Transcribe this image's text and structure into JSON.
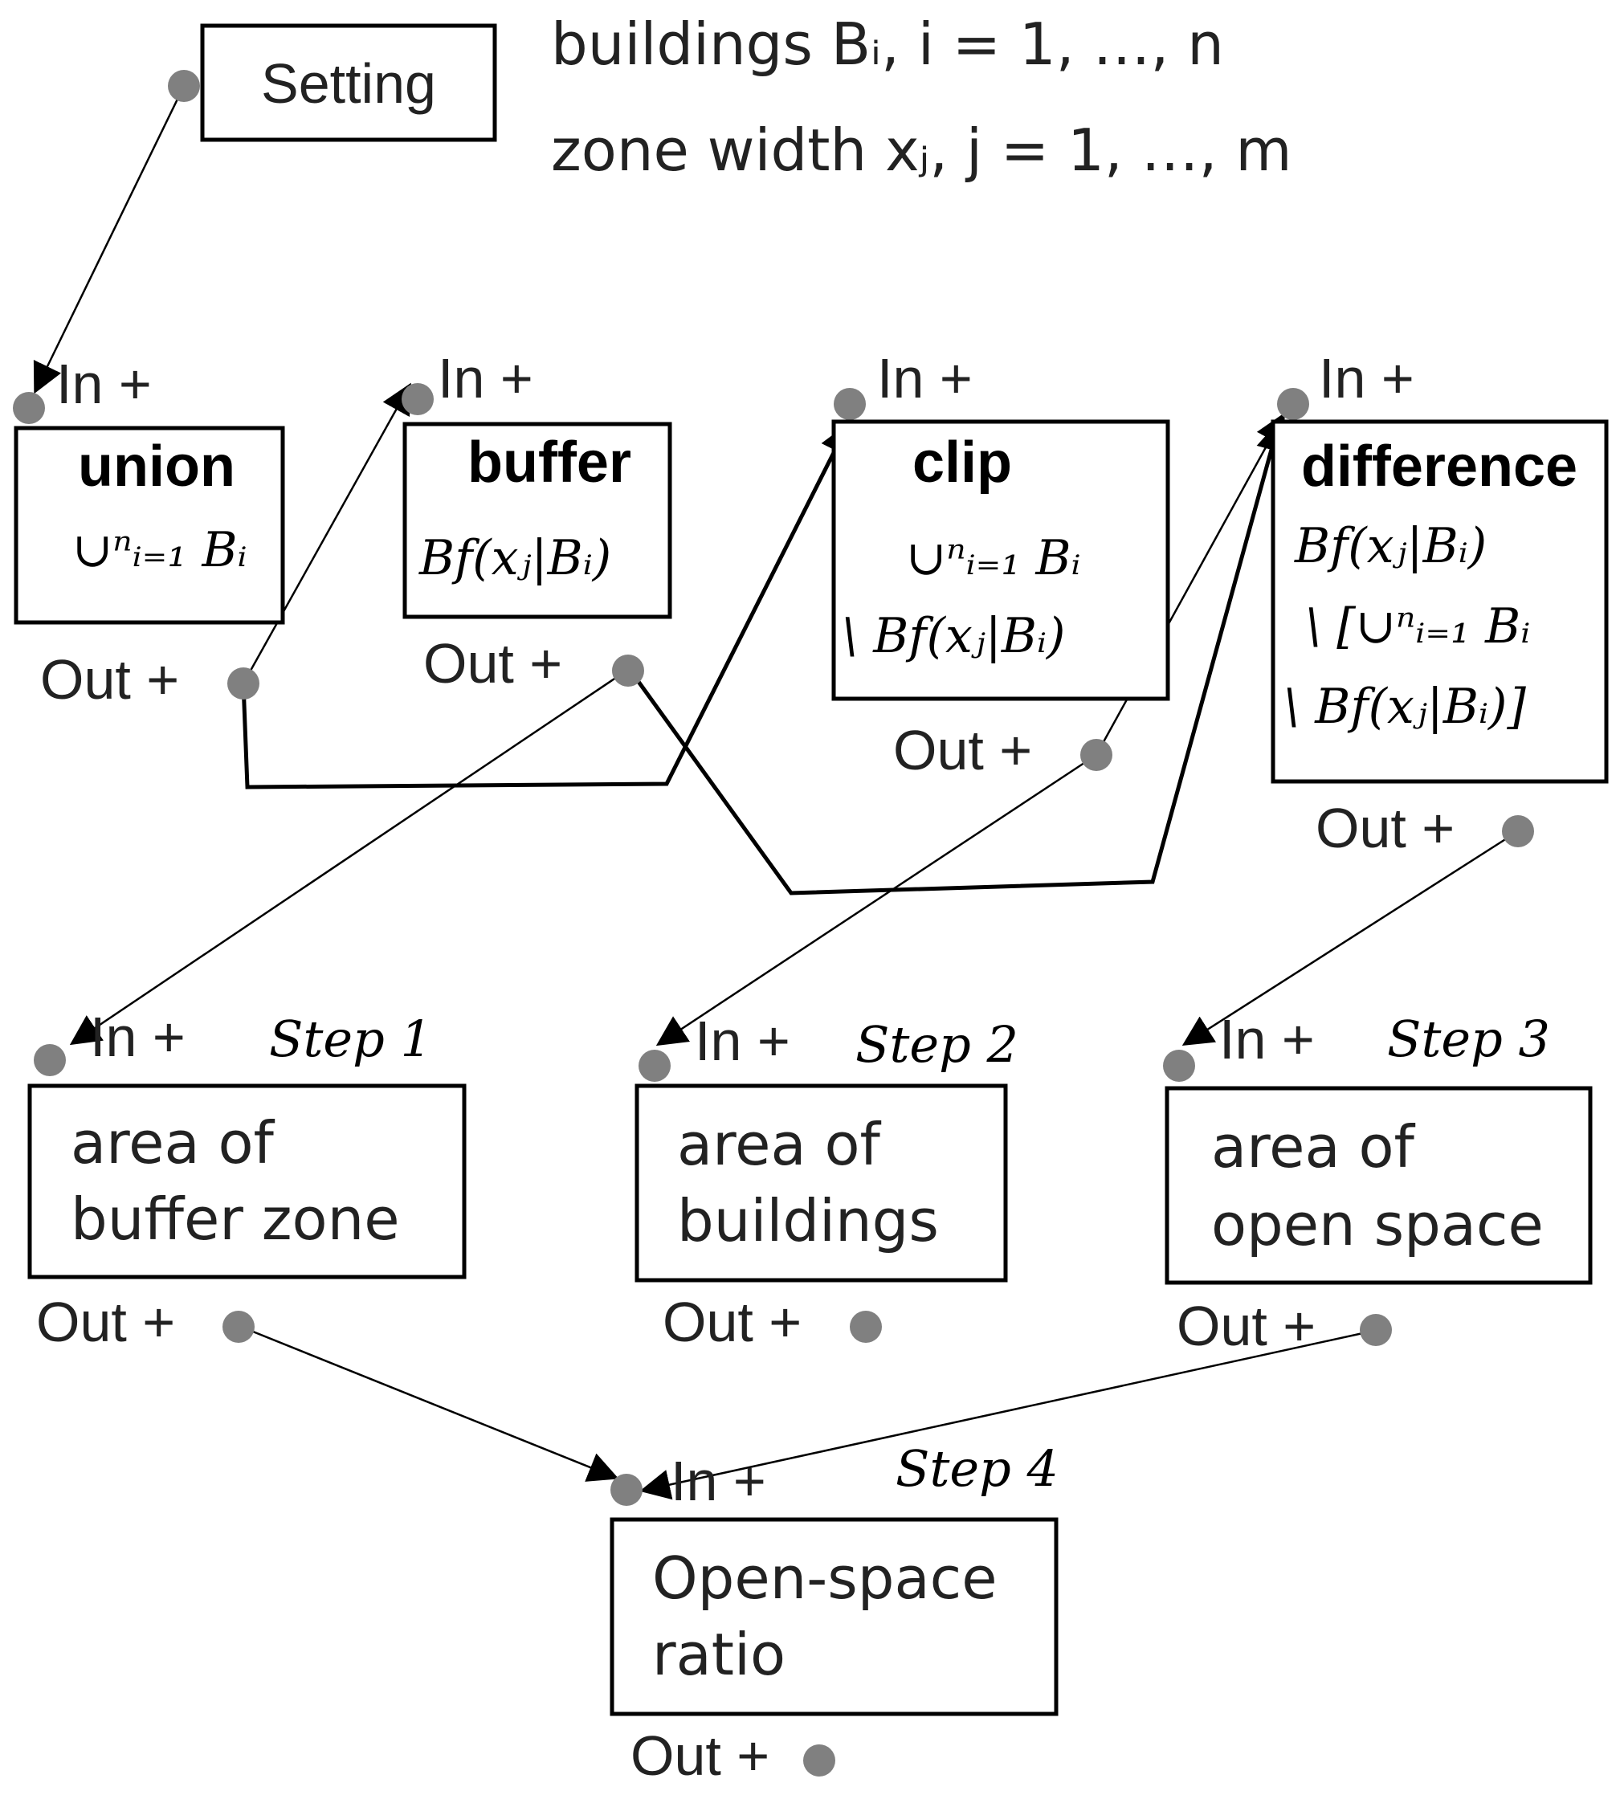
{
  "setting": {
    "title": "Setting",
    "buildings_line": "buildings Bᵢ, i = 1, …, n",
    "zone_line": "zone width xⱼ, j = 1, …, m"
  },
  "ports": {
    "in": "In  +",
    "out": "Out +"
  },
  "nodes": {
    "union": {
      "title": "union",
      "expr": "∪ⁿᵢ₌₁ Bᵢ"
    },
    "buffer": {
      "title": "buffer",
      "expr": "Bf(xⱼ|Bᵢ)"
    },
    "clip": {
      "title": "clip",
      "expr1": "∪ⁿᵢ₌₁ Bᵢ",
      "expr2": "\\ Bf(xⱼ|Bᵢ)"
    },
    "difference": {
      "title": "difference",
      "expr1": "Bf(xⱼ|Bᵢ)",
      "expr2": "\\ [∪ⁿᵢ₌₁ Bᵢ",
      "expr3": "\\ Bf(xⱼ|Bᵢ)]"
    }
  },
  "steps": [
    {
      "label": "Step 1",
      "line1": "area of",
      "line2": "buffer zone"
    },
    {
      "label": "Step 2",
      "line1": "area of",
      "line2": "buildings"
    },
    {
      "label": "Step 3",
      "line1": "area of",
      "line2": "open space"
    },
    {
      "label": "Step 4",
      "line1": "Open-space",
      "line2": "ratio"
    }
  ]
}
